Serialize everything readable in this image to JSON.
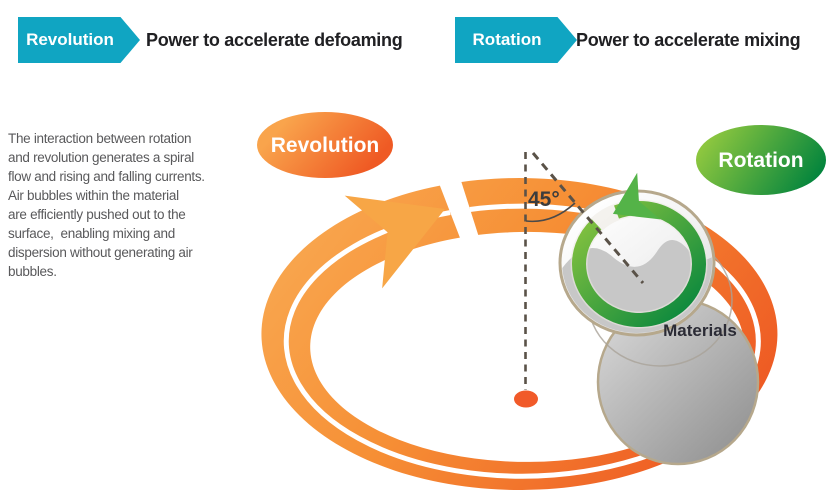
{
  "header": {
    "items": [
      {
        "tag": "Revolution",
        "text": "Power to accelerate defoaming"
      },
      {
        "tag": "Rotation",
        "text": "Power to accelerate mixing"
      }
    ]
  },
  "description": {
    "text": "The interaction between rotation\nand revolution generates a spiral\nflow and rising and falling currents.\nAir bubbles within the material\nare efficiently pushed out to the\nsurface,  enabling mixing and\ndispersion without generating air\nbubbles."
  },
  "diagram": {
    "revolution_badge": "Revolution",
    "rotation_badge": "Rotation",
    "angle_label": "45°",
    "materials_label": "Materials"
  },
  "colors": {
    "teal": "#10A5C2",
    "header_text": "#202023",
    "body_text": "#59595B",
    "orange_light": "#F9A94F",
    "orange_dark": "#EE571F",
    "green_light": "#8DC63F",
    "green_dark": "#00833E",
    "cylinder_gray": "#9A9A9A",
    "rim_tan": "#B6A88C",
    "dash_gray": "#5A5248",
    "pivot_dot": "#F15A29",
    "materials_text": "#2B2B35"
  }
}
